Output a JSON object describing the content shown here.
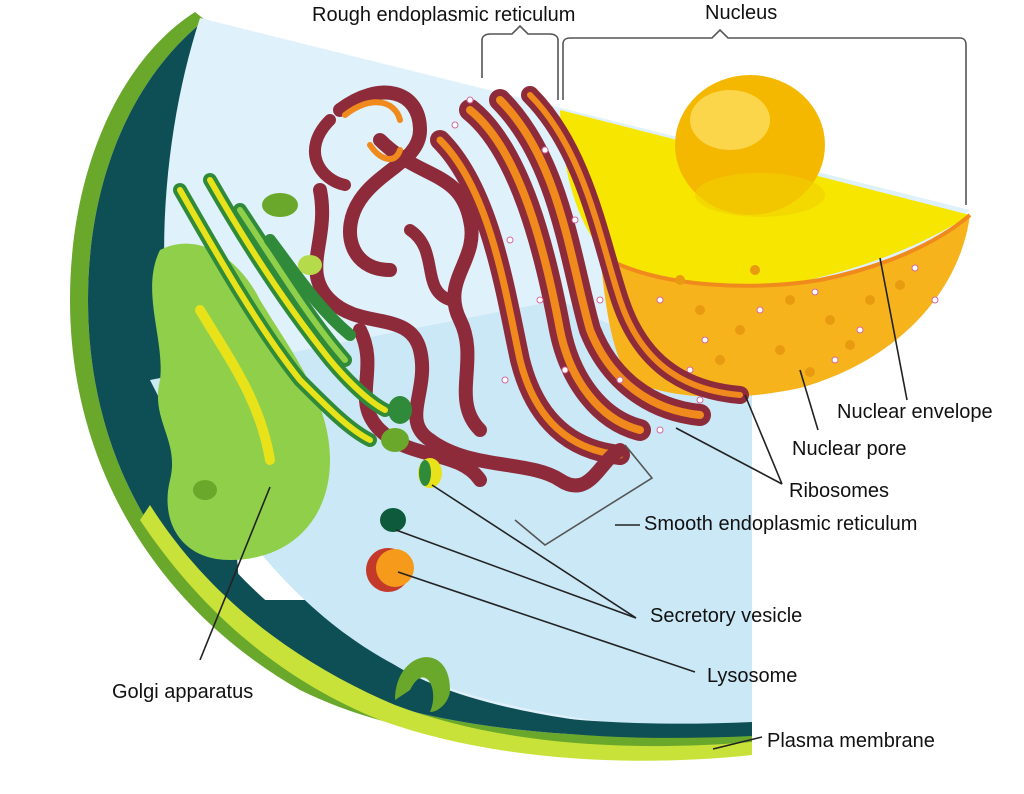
{
  "labels": {
    "rough_er": "Rough endoplasmic reticulum",
    "nucleus": "Nucleus",
    "nuclear_envelope": "Nuclear envelope",
    "nuclear_pore": "Nuclear pore",
    "ribosomes": "Ribosomes",
    "smooth_er": "Smooth endoplasmic reticulum",
    "secretory_vesicle": "Secretory vesicle",
    "lysosome": "Lysosome",
    "golgi": "Golgi apparatus",
    "plasma_membrane": "Plasma membrane"
  },
  "colors": {
    "cytoplasm": "#d8eef8",
    "cytoplasm_front": "#cde9f7",
    "cell_wall_dark": "#0e4e55",
    "membrane_green": "#6aa82c",
    "membrane_light": "#c9e23a",
    "nucleus_yellow": "#f7e600",
    "nucleus_orange": "#f6b31b",
    "nucleolus": "#f5b800",
    "rough_er_dark": "#8e2b3b",
    "rough_er_orange": "#f08a1c",
    "golgi_green": "#2f8a3a",
    "golgi_light": "#8fcf4a",
    "golgi_yellow": "#e8e21a",
    "lysosome_orange": "#f59a1a",
    "lysosome_red": "#c33a2a",
    "vesicle_dark": "#0e5a3c"
  }
}
